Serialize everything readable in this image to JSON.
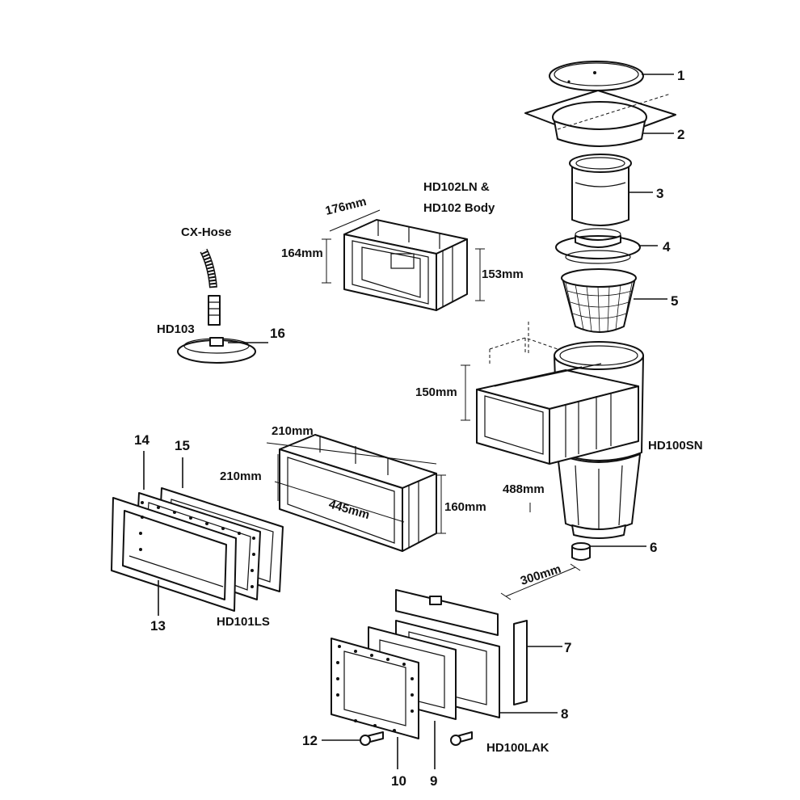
{
  "part_numbers": [
    "1",
    "2",
    "3",
    "4",
    "5",
    "6",
    "7",
    "8",
    "9",
    "10",
    "12",
    "13",
    "14",
    "15",
    "16"
  ],
  "captions": {
    "hd102": "HD102LN &",
    "hd102_body": "HD102 Body",
    "cx_hose": "CX-Hose",
    "hd103": "HD103",
    "hd100sn": "HD100SN",
    "hd101ls": "HD101LS",
    "hd100lak": "HD100LAK"
  },
  "dimensions": {
    "hd102_width": "176mm",
    "hd102_height_front": "164mm",
    "hd102_height_back": "153mm",
    "hd100sn_mouth_height": "150mm",
    "hd100sn_total_height": "488mm",
    "hd100sn_depth": "300mm",
    "hd101_width": "210mm",
    "hd101_height": "210mm",
    "hd101_length": "445mm",
    "hd101_back_height": "160mm"
  }
}
